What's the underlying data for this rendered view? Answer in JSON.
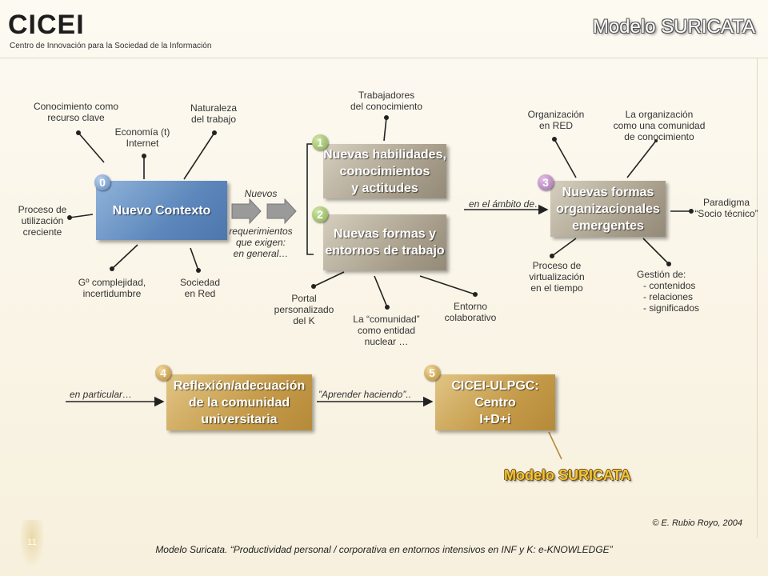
{
  "header": {
    "logo": "CICEI",
    "logo_subtitle": "Centro de Innovación para la Sociedad de la Información",
    "title": "Modelo SURICATA"
  },
  "context": {
    "badge": "0",
    "box": "Nuevo Contexto",
    "factors": {
      "conocimiento": [
        "Conocimiento como",
        "recurso clave"
      ],
      "economia": [
        "Economía (t)",
        "Internet"
      ],
      "naturaleza": [
        "Naturaleza",
        "del trabajo"
      ],
      "proceso": [
        "Proceso de",
        "utilización",
        "creciente"
      ],
      "complejidad": [
        "Gº complejidad,",
        "incertidumbre"
      ],
      "sociedad": [
        "Sociedad",
        "en Red"
      ]
    }
  },
  "arrow_labels": {
    "nuevos": "Nuevos",
    "requerimientos": [
      "requerimientos",
      "que exigen:",
      "en general…"
    ],
    "ambito": "en el ámbito de…",
    "particular": "en particular…",
    "aprender": "”Aprender haciendo”.."
  },
  "box1": {
    "badge": "1",
    "lines": [
      "Nuevas habilidades,",
      "conocimientos",
      "y actitudes"
    ],
    "above": [
      "Trabajadores",
      "del conocimiento"
    ]
  },
  "box2": {
    "badge": "2",
    "lines": [
      "Nuevas formas y",
      "entornos de trabajo"
    ],
    "below": {
      "portal": [
        "Portal",
        "personalizado",
        "del K"
      ],
      "comunidad": [
        "La “comunidad”",
        "como entidad",
        "nuclear …"
      ],
      "entorno": [
        "Entorno",
        "colaborativo"
      ]
    }
  },
  "box3": {
    "badge": "3",
    "lines": [
      "Nuevas formas",
      "organizacionales",
      "emergentes"
    ],
    "factors": {
      "organizacion_red": [
        "Organización",
        "en RED"
      ],
      "comunidad_conocimiento": [
        "La organización",
        "como una comunidad",
        "de conocimiento"
      ],
      "paradigma": [
        "Paradigma",
        "“Socio técnico”"
      ],
      "virtualizacion": [
        "Proceso de",
        "virtualización",
        "en el tiempo"
      ],
      "gestion": [
        "Gestión de:",
        "- contenidos",
        "- relaciones",
        "- significados"
      ]
    }
  },
  "box4": {
    "badge": "4",
    "lines": [
      "Reflexión/adecuación",
      "de la comunidad",
      "universitaria"
    ]
  },
  "box5": {
    "badge": "5",
    "lines": [
      "CICEI-ULPGC:",
      "Centro",
      "I+D+i"
    ]
  },
  "model_label": "Modelo SURICATA",
  "footer": {
    "copyright": "© E. Rubio Royo, 2004",
    "page_number": "11",
    "caption": "Modelo Suricata. “Productividad personal / corporativa en entornos intensivos en INF y K: e-KNOWLEDGE”"
  },
  "colors": {
    "blue_box": "#5d87bc",
    "grey_box": "#a59b88",
    "gold_box": "#c49a49",
    "title_accent": "#f3c23a"
  }
}
